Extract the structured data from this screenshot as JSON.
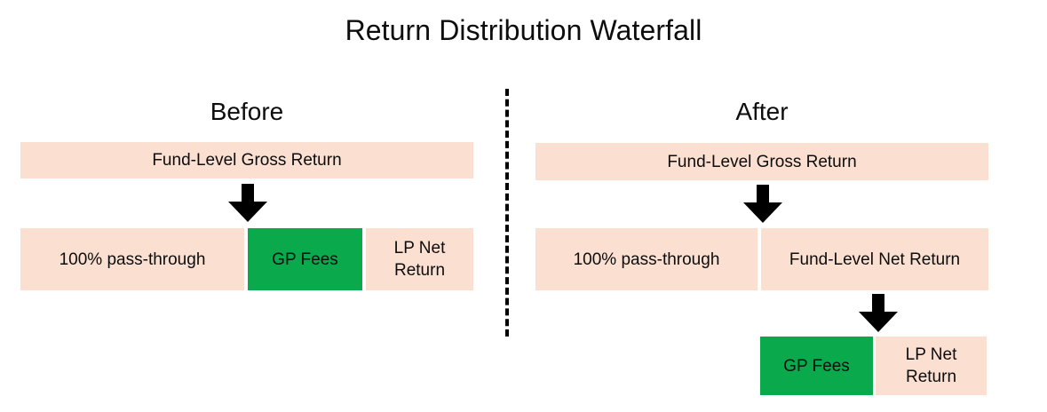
{
  "title": "Return Distribution Waterfall",
  "colors": {
    "peach": "#FBE0D2",
    "green": "#09A94C",
    "text": "#0D0D0D",
    "divider": "#000000",
    "background": "#FFFFFF"
  },
  "panels": {
    "before": {
      "header": "Before",
      "row1": [
        {
          "label": "Fund-Level Gross Return",
          "color": "peach"
        }
      ],
      "row2": [
        {
          "label": "100% pass-through",
          "color": "peach"
        },
        {
          "label": "GP Fees",
          "color": "green"
        },
        {
          "label": "LP Net Return",
          "color": "peach"
        }
      ]
    },
    "after": {
      "header": "After",
      "row1": [
        {
          "label": "Fund-Level Gross Return",
          "color": "peach"
        }
      ],
      "row2": [
        {
          "label": "100% pass-through",
          "color": "peach"
        },
        {
          "label": "Fund-Level Net Return",
          "color": "peach"
        }
      ],
      "row3": [
        {
          "label": "GP Fees",
          "color": "green"
        },
        {
          "label": "LP Net Return",
          "color": "peach"
        }
      ]
    }
  },
  "arrows": [
    {
      "name": "arrow-before-gross-to-split",
      "direction": "down"
    },
    {
      "name": "arrow-after-gross-to-split",
      "direction": "down"
    },
    {
      "name": "arrow-after-net-to-split",
      "direction": "down"
    }
  ],
  "divider": {
    "style": "dashed-vertical"
  }
}
